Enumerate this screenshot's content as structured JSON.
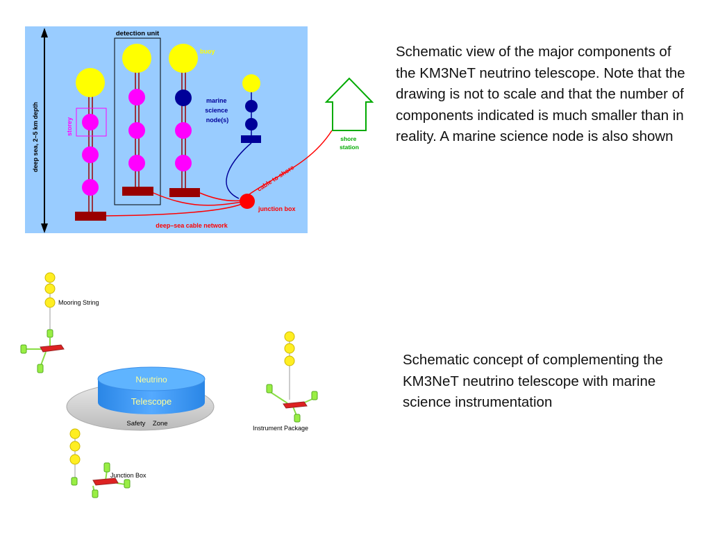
{
  "top_diagram": {
    "depth_label": "deep sea, 2–5 km depth",
    "detection_unit_label": "detection unit",
    "buoy_label": "buoy",
    "storey_label": "storey",
    "marine_node_lines": [
      "marine",
      "science",
      "node(s)"
    ],
    "shore_station_lines": [
      "shore",
      "station"
    ],
    "cable_to_shore_label": "cable to shore",
    "junction_box_label": "junction box",
    "cable_network_label": "deep–sea cable network",
    "colors": {
      "background": "#99ccff",
      "buoy": "#ffff00",
      "storey": "#ff00ff",
      "marine_node": "#000099",
      "anchor": "#990000",
      "cable": "#ff0000",
      "junction_box": "#ff0000",
      "shore_station": "#00aa00"
    }
  },
  "bottom_diagram": {
    "mooring_string_label": "Mooring String",
    "neutrino_label": "Neutrino",
    "telescope_label": "Telescope",
    "safety_zone_label": "Safety    Zone",
    "instrument_package_label": "Instrument Package",
    "junction_box_label": "Junction Box",
    "colors": {
      "buoy": "#ffee22",
      "cylinder": "#99ee44",
      "platform": "#dd2222",
      "telescope": "#3399ff",
      "safety_zone": "#cccccc"
    }
  },
  "captions": {
    "top": "Schematic view of the major components of the KM3NeT neutrino telescope. Note that the drawing is not to scale and that the number of components indicated is much smaller than in reality. A marine science node is also shown",
    "bottom": "Schematic concept of complementing the KM3NeT neutrino telescope with marine science instrumentation"
  }
}
